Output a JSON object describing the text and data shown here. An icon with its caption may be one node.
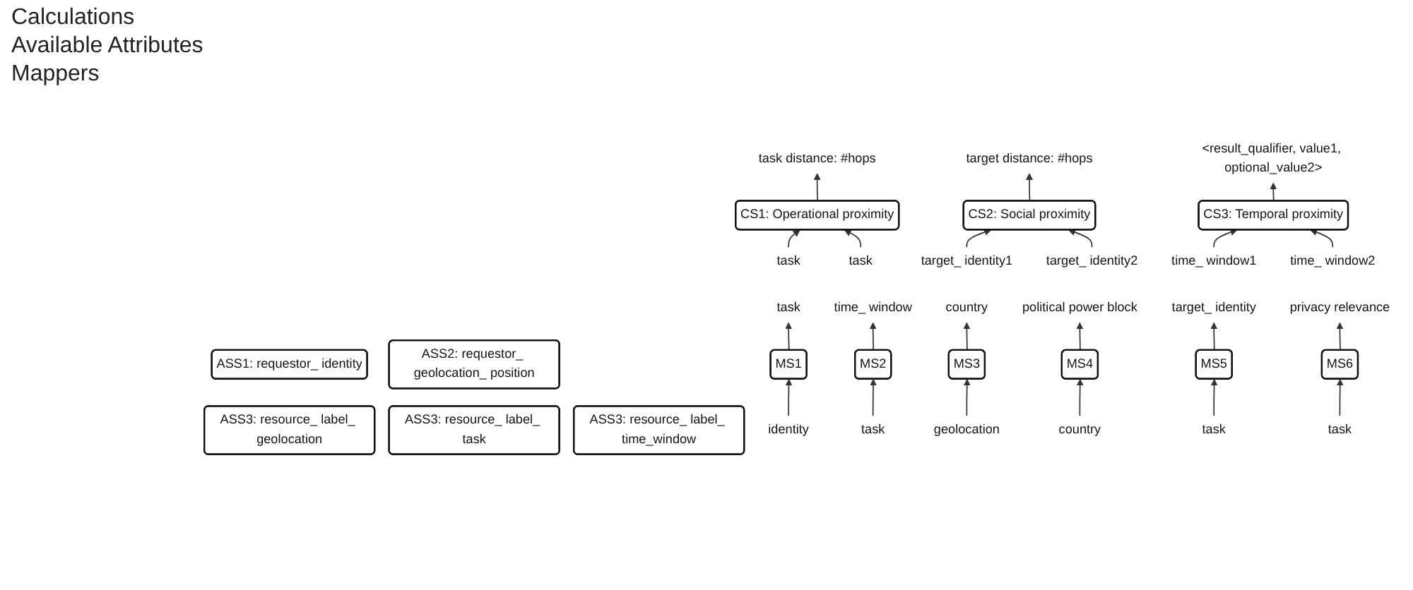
{
  "diagram": {
    "nodes": [
      {
        "text": [
          "task distance: #hops"
        ]
      },
      {
        "text": [
          "target distance: #hops"
        ]
      },
      {
        "text": [
          "<result_qualifier, value1, optional_value2>"
        ]
      },
      {
        "text": [
          "CS1: Operational proximity"
        ]
      },
      {
        "text": [
          "CS2: Social proximity"
        ]
      },
      {
        "text": [
          "CS3: Temporal proximity"
        ]
      },
      {
        "text": [
          "task"
        ]
      },
      {
        "text": [
          "task"
        ]
      },
      {
        "text": [
          "target_ identity1"
        ]
      },
      {
        "text": [
          "target_ identity2"
        ]
      },
      {
        "text": [
          "time_ window1"
        ]
      },
      {
        "text": [
          "time_ window2"
        ]
      },
      {
        "text": [
          "ASS1: requestor_ identity"
        ]
      },
      {
        "text": [
          "ASS2: requestor_ geolocation_ position"
        ]
      },
      {
        "text": [
          "ASS3: resource_ label_ geolocation"
        ]
      },
      {
        "text": [
          "ASS3: resource_ label_ task"
        ]
      },
      {
        "text": [
          "ASS3: resource_ label_ time_window"
        ]
      },
      {
        "text": [
          "task"
        ]
      },
      {
        "text": [
          "time_ window"
        ]
      },
      {
        "text": [
          "country"
        ]
      },
      {
        "text": [
          "political power block"
        ]
      },
      {
        "text": [
          "target_ identity"
        ]
      },
      {
        "text": [
          "privacy relevance"
        ]
      },
      {
        "text": [
          "MS1"
        ]
      },
      {
        "text": [
          "MS2"
        ]
      },
      {
        "text": [
          "MS3"
        ]
      },
      {
        "text": [
          "MS4"
        ]
      },
      {
        "text": [
          "MS5"
        ]
      },
      {
        "text": [
          "MS6"
        ]
      },
      {
        "text": [
          "identity"
        ]
      },
      {
        "text": [
          "task"
        ]
      },
      {
        "text": [
          "geolocation"
        ]
      },
      {
        "text": [
          "country"
        ]
      },
      {
        "text": [
          "task"
        ]
      },
      {
        "text": [
          "task"
        ]
      }
    ],
    "edges": [
      {
        "from": 3,
        "to": 0,
        "arrow": "to"
      },
      {
        "from": 6,
        "to": 3,
        "arrow": "to"
      },
      {
        "from": 7,
        "to": 3,
        "arrow": "to"
      },
      {
        "from": 4,
        "to": 1,
        "arrow": "to"
      },
      {
        "from": 8,
        "to": 4,
        "arrow": "to"
      },
      {
        "from": 9,
        "to": 4,
        "arrow": "to"
      },
      {
        "from": 5,
        "to": 2,
        "arrow": "to"
      },
      {
        "from": 10,
        "to": 5,
        "arrow": "to"
      },
      {
        "from": 11,
        "to": 5,
        "arrow": "to"
      },
      {
        "from": 23,
        "to": 17,
        "arrow": "to"
      },
      {
        "from": 24,
        "to": 18,
        "arrow": "to"
      },
      {
        "from": 25,
        "to": 19,
        "arrow": "to"
      },
      {
        "from": 26,
        "to": 20,
        "arrow": "to"
      },
      {
        "from": 27,
        "to": 21,
        "arrow": "to"
      },
      {
        "from": 28,
        "to": 22,
        "arrow": "to"
      },
      {
        "from": 29,
        "to": 23,
        "arrow": "to"
      },
      {
        "from": 30,
        "to": 24,
        "arrow": "to"
      },
      {
        "from": 31,
        "to": 25,
        "arrow": "to"
      },
      {
        "from": 32,
        "to": 26,
        "arrow": "to"
      },
      {
        "from": 33,
        "to": 27,
        "arrow": "to"
      },
      {
        "from": 34,
        "to": 28,
        "arrow": "to"
      }
    ],
    "labels": [
      "Calculations",
      "Available Attributes",
      "Mappers"
    ]
  }
}
